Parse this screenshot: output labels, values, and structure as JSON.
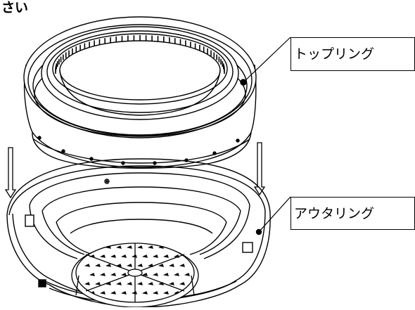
{
  "heading_fragment": "さい",
  "labels": {
    "top_ring": "トップリング",
    "outer_ring": "アウタリング"
  },
  "colors": {
    "line": "#000000",
    "background": "#ffffff"
  }
}
